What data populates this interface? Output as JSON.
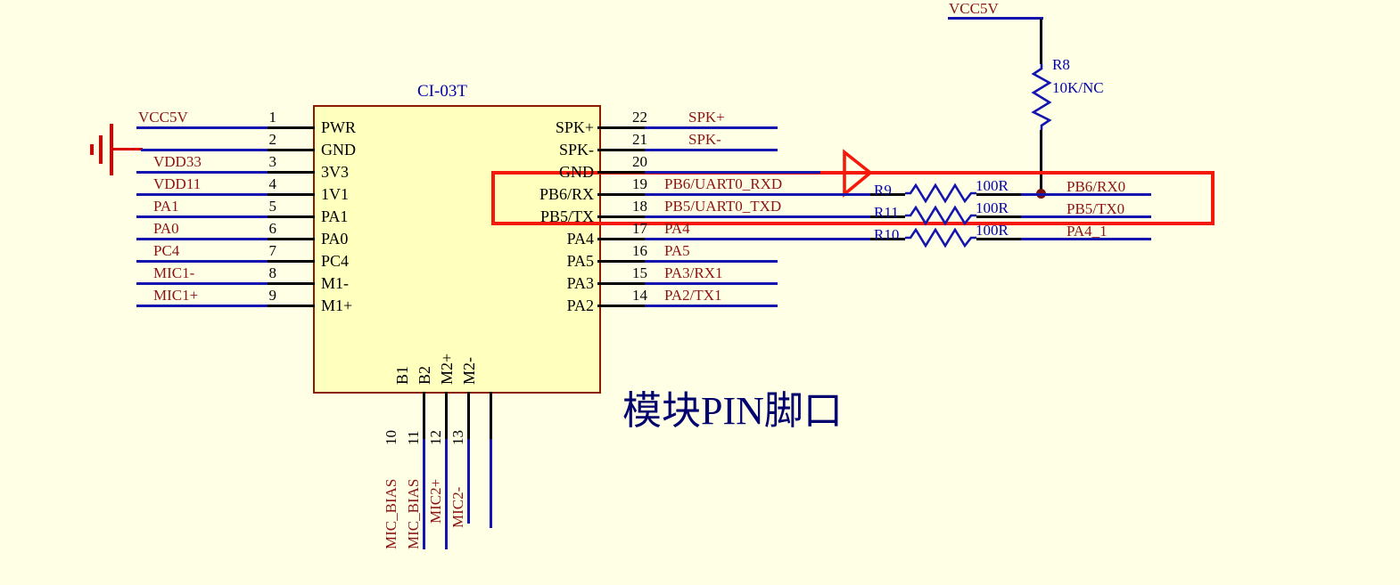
{
  "component": {
    "title": "CI-03T",
    "left_pins": [
      {
        "num": "1",
        "name": "PWR",
        "net": "VCC5V"
      },
      {
        "num": "2",
        "name": "GND",
        "net": ""
      },
      {
        "num": "3",
        "name": "3V3",
        "net": "VDD33"
      },
      {
        "num": "4",
        "name": "1V1",
        "net": "VDD11"
      },
      {
        "num": "5",
        "name": "PA1",
        "net": "PA1"
      },
      {
        "num": "6",
        "name": "PA0",
        "net": "PA0"
      },
      {
        "num": "7",
        "name": "PC4",
        "net": "PC4"
      },
      {
        "num": "8",
        "name": "M1-",
        "net": "MIC1-"
      },
      {
        "num": "9",
        "name": "M1+",
        "net": "MIC1+"
      }
    ],
    "right_pins": [
      {
        "num": "22",
        "name": "SPK+",
        "net": "SPK+",
        "wire": "short"
      },
      {
        "num": "21",
        "name": "SPK-",
        "net": "SPK-",
        "wire": "short"
      },
      {
        "num": "20",
        "name": "GND",
        "net": "",
        "wire": "gnd"
      },
      {
        "num": "19",
        "name": "PB6/RX",
        "net": "PB6/UART0_RXD",
        "wire": "resistor",
        "res_ref": "R9",
        "res_val": "100R",
        "out_net": "PB6/RX0"
      },
      {
        "num": "18",
        "name": "PB5/TX",
        "net": "PB5/UART0_TXD",
        "wire": "resistor",
        "res_ref": "R11",
        "res_val": "100R",
        "out_net": "PB5/TX0"
      },
      {
        "num": "17",
        "name": "PA4",
        "net": "PA4",
        "wire": "resistor",
        "res_ref": "R10",
        "res_val": "100R",
        "out_net": "PA4_1"
      },
      {
        "num": "16",
        "name": "PA5",
        "net": "PA5",
        "wire": "short"
      },
      {
        "num": "15",
        "name": "PA3",
        "net": "PA3/RX1",
        "wire": "short"
      },
      {
        "num": "14",
        "name": "PA2",
        "net": "PA2/TX1",
        "wire": "short"
      }
    ],
    "bottom_pins": [
      {
        "num": "10",
        "name": "B1",
        "net": "MIC_BIAS"
      },
      {
        "num": "11",
        "name": "B2",
        "net": "MIC_BIAS"
      },
      {
        "num": "12",
        "name": "M2+",
        "net": "MIC2+"
      },
      {
        "num": "13",
        "name": "M2-",
        "net": "MIC2-"
      }
    ]
  },
  "pullup": {
    "net": "VCC5V",
    "ref": "R8",
    "value": "10K/NC"
  },
  "ground_symbol": "power-ground",
  "annotation": "模块PIN脚口",
  "colors": {
    "background": "#FFFFE6",
    "component_fill": "#FFFFBE",
    "component_border": "#8C1C00",
    "wire_blue": "#1414AE",
    "pin_black": "#000000",
    "net_label": "#8B1414",
    "blue_text": "#0202A8",
    "highlight_red": "#F5190D",
    "ground_red": "#D90000",
    "junction_dot": "#7A1212",
    "annotation_blue": "#00006E"
  }
}
